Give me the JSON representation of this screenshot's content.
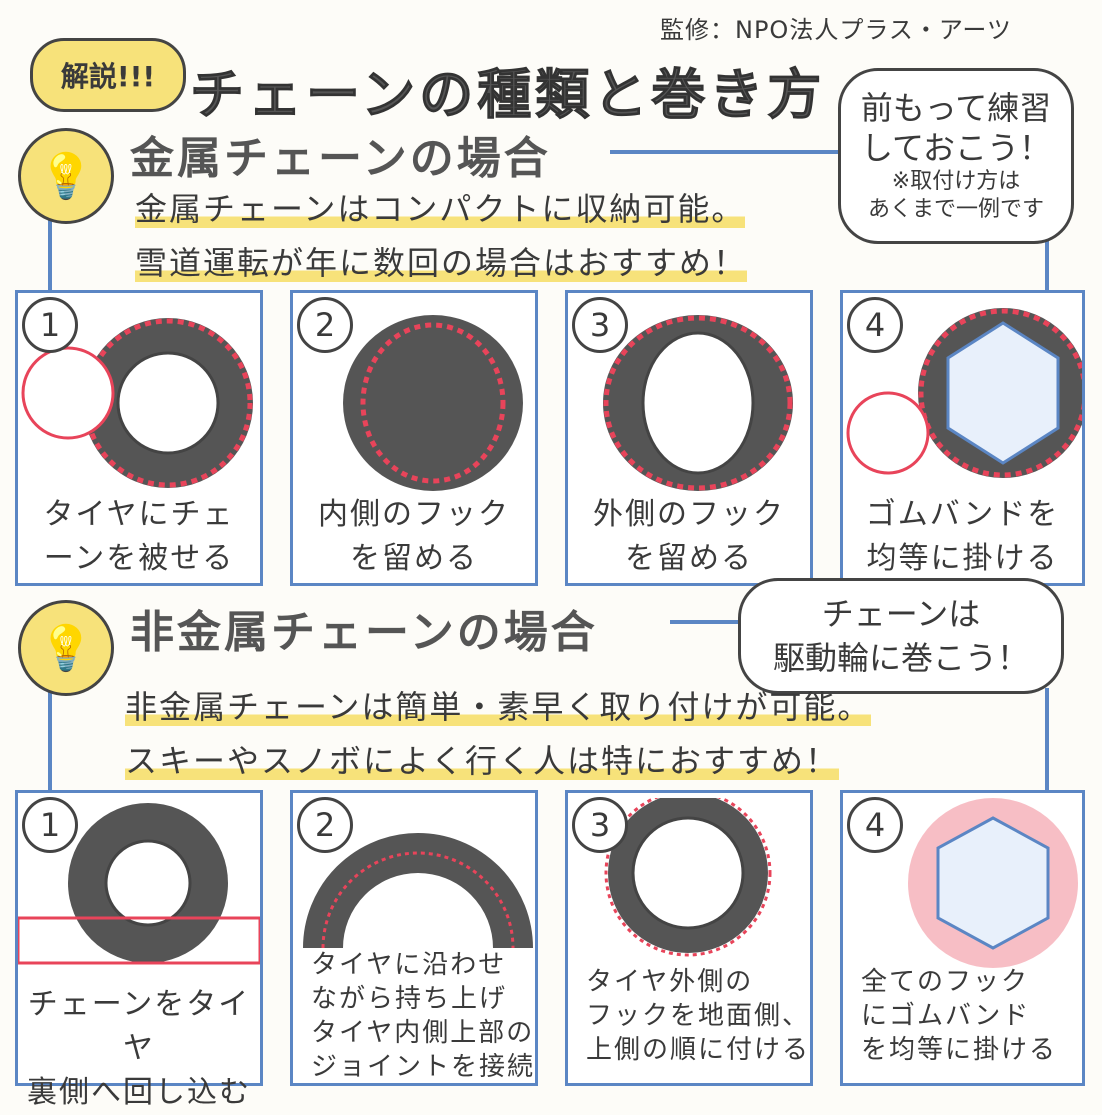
{
  "header": {
    "supervisor": "監修：NPO法人プラス・アーツ",
    "badge": "解説!!!",
    "title": "チェーンの種類と巻き方"
  },
  "notes": {
    "practice_line1": "前もって練習",
    "practice_line2": "しておこう！",
    "practice_line3": "※取付け方は",
    "practice_line4": "あくまで一例です",
    "drive_line1": "チェーンは",
    "drive_line2": "駆動輪に巻こう！"
  },
  "metal": {
    "title": "金属チェーンの場合",
    "desc_line1": "金属チェーンはコンパクトに収納可能。",
    "desc_line2": "雪道運転が年に数回の場合はおすすめ！",
    "steps": [
      {
        "num": "1",
        "line1": "タイヤにチェ",
        "line2": "ーンを被せる"
      },
      {
        "num": "2",
        "line1": "内側のフック",
        "line2": "を留める"
      },
      {
        "num": "3",
        "line1": "外側のフック",
        "line2": "を留める"
      },
      {
        "num": "4",
        "line1": "ゴムバンドを",
        "line2": "均等に掛ける"
      }
    ]
  },
  "nonmetal": {
    "title": "非金属チェーンの場合",
    "desc_line1": "非金属チェーンは簡単・素早く取り付けが可能。",
    "desc_line2": "スキーやスノボによく行く人は特におすすめ！",
    "steps": [
      {
        "num": "1",
        "line1": "チェーンをタイヤ",
        "line2": "裏側へ回し込む",
        "line3": "",
        "line4": ""
      },
      {
        "num": "2",
        "line1": "タイヤに沿わせ",
        "line2": "ながら持ち上げ",
        "line3": "タイヤ内側上部の",
        "line4": "ジョイントを接続"
      },
      {
        "num": "3",
        "line1": "タイヤ外側の",
        "line2": "フックを地面側、",
        "line3": "上側の順に付ける",
        "line4": ""
      },
      {
        "num": "4",
        "line1": "全てのフック",
        "line2": "にゴムバンド",
        "line3": "を均等に掛ける",
        "line4": ""
      }
    ]
  },
  "colors": {
    "accent_yellow": "#f7e27a",
    "frame_blue": "#5b86c4",
    "chain_red": "#e8445a"
  }
}
